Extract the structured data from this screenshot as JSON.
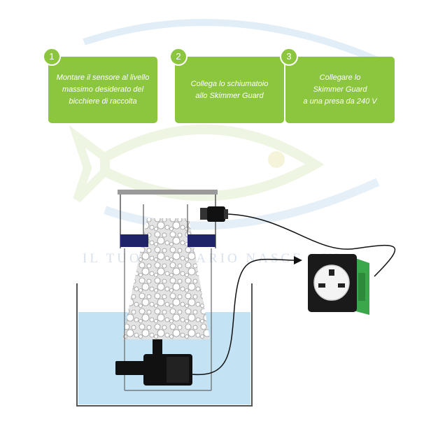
{
  "steps": [
    {
      "number": "1",
      "text": "Montare il sensore al livello\nmassimo desiderato del\nbicchiere di raccolta"
    },
    {
      "number": "2",
      "text": "Collega lo schiumatoio\nallo Skimmer Guard"
    },
    {
      "number": "3",
      "text": "Collegare lo\nSkimmer Guard\na una presa da 240 V"
    }
  ],
  "watermark": {
    "text": "IL TUO ACQUARIO NASCE QUI"
  },
  "colors": {
    "step_green": "#8cc63f",
    "water": "#c3e3f4",
    "collar": "#1f2468",
    "device_green": "#3aa84a"
  }
}
